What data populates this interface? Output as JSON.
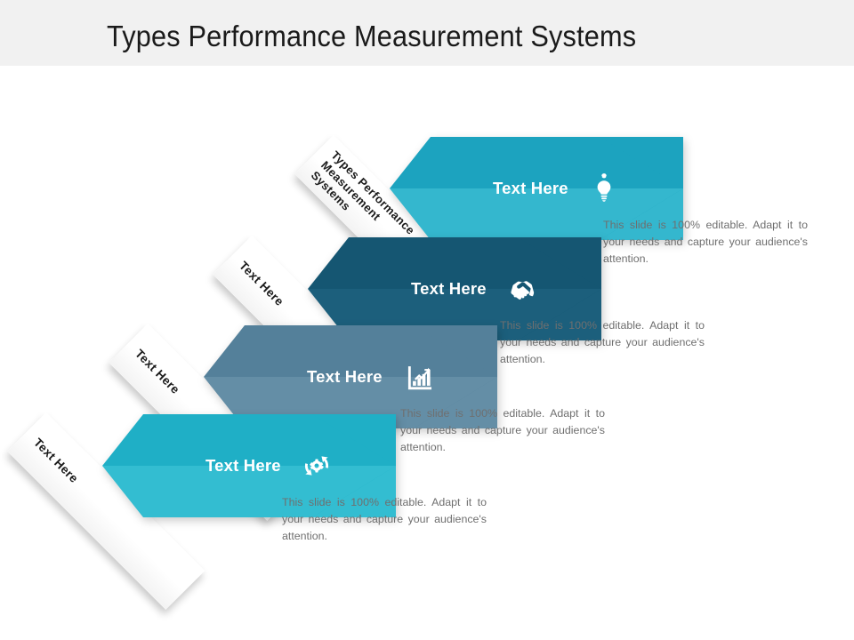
{
  "slide": {
    "title": "Types Performance Measurement Systems",
    "background_color": "#ffffff",
    "header_band_color": "#f1f1f1",
    "body_text_color": "#6f6f6f",
    "ribbon_text_color": "#1b1b1b"
  },
  "rows": [
    {
      "id": "row-1",
      "arrow_label": "Text Here",
      "icon": "lightbulb-icon",
      "color_dark": "#1CA3BF",
      "color_light": "#34B7CE",
      "color_shadow": "#13657F",
      "ribbon_lines": [
        "Types Performance",
        "Measurement",
        "Systems"
      ],
      "description": "This slide is 100% editable. Adapt it to your needs and capture your audience's attention."
    },
    {
      "id": "row-2",
      "arrow_label": "Text Here",
      "icon": "handshake-icon",
      "color_dark": "#155672",
      "color_light": "#1C5F7C",
      "color_shadow": "#0D3D53",
      "ribbon_lines": [
        "Text Here"
      ],
      "description": "This slide is 100% editable. Adapt it to your needs and capture your audience's attention."
    },
    {
      "id": "row-3",
      "arrow_label": "Text Here",
      "icon": "bar-chart-growth-icon",
      "color_dark": "#54809A",
      "color_light": "#648EA6",
      "color_shadow": "#3D6880",
      "ribbon_lines": [
        "Text Here"
      ],
      "description": "This slide is 100% editable. Adapt it to your needs and capture your audience's attention."
    },
    {
      "id": "row-4",
      "arrow_label": "Text Here",
      "icon": "process-refresh-gear-icon",
      "color_dark": "#1FAFC6",
      "color_light": "#33BDD1",
      "color_shadow": "#1793A9",
      "ribbon_lines": [
        "Text Here"
      ],
      "description": "This slide is 100% editable. Adapt it to your needs and capture your audience's attention."
    }
  ]
}
